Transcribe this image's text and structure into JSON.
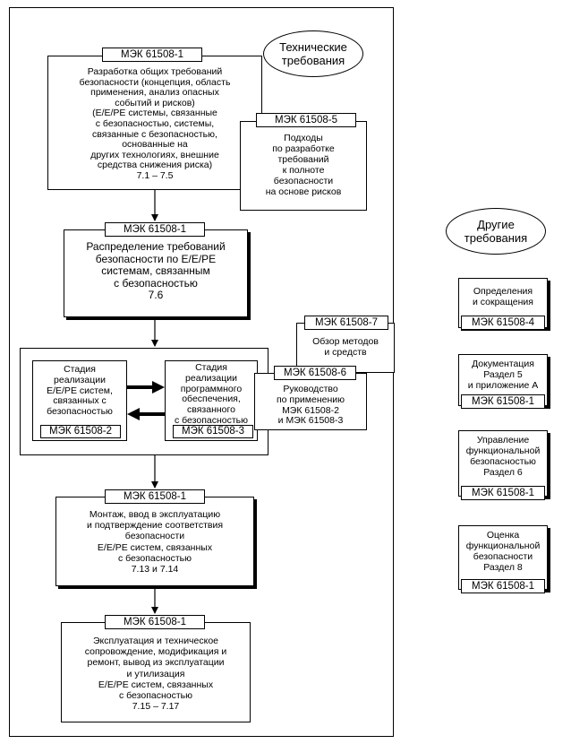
{
  "ellipse_tech": "Технические\nтребования",
  "ellipse_other": "Другие\nтребования",
  "box1": {
    "tag": "МЭК 61508-1",
    "text": "Разработка общих требований\nбезопасности (концепция, область\nприменения, анализ опасных\nсобытий и рисков)\n(Е/Е/PE системы, связанные\nс безопасностью, системы,\nсвязанные с безопасностью,\nоснованные на\nдругих технологиях, внешние\nсредства снижения риска)\n7.1 – 7.5"
  },
  "box5": {
    "tag": "МЭК 61508-5",
    "text": "Подходы\nпо разработке\nтребований\nк полноте\nбезопасности\nна основе рисков"
  },
  "box2": {
    "tag": "МЭК 61508-1",
    "text": "Распределение требований\nбезопасности по Е/Е/PE\nсистемам, связанным\nс безопасностью\n7.6"
  },
  "box7": {
    "tag": "МЭК 61508-7",
    "text": "Обзор методов\nи средств"
  },
  "box6": {
    "tag": "МЭК 61508-6",
    "text": "Руководство\nпо применению\nМЭК 61508-2\nи МЭК 61508-3"
  },
  "stage_hw": {
    "text": "Стадия\nреализации\nЕ/Е/PE систем,\nсвязанных с\nбезопасностью",
    "tag": "МЭК 61508-2"
  },
  "stage_sw": {
    "text": "Стадия\nреализации\nпрограммного\nобеспечения,\nсвязанного\nс безопасностью",
    "tag": "МЭК 61508-3"
  },
  "box3": {
    "tag": "МЭК 61508-1",
    "text": "Монтаж, ввод в эксплуатацию\nи подтверждение соответствия\nбезопасности\nЕ/Е/PE систем, связанных\nс безопасностью\n7.13 и 7.14"
  },
  "box4": {
    "tag": "МЭК 61508-1",
    "text": "Эксплуатация и техническое\nсопровождение, модификация и\nремонт, вывод из эксплуатации\nи утилизация\nЕ/Е/PE систем, связанных\nс безопасностью\n7.15 – 7.17"
  },
  "side": [
    {
      "text": "Определения\nи сокращения",
      "tag": "МЭК 61508-4"
    },
    {
      "text": "Документация\nРаздел 5\nи приложение А",
      "tag": "МЭК 61508-1"
    },
    {
      "text": "Управление\nфункциональной\nбезопасностью\nРаздел 6",
      "tag": "МЭК 61508-1"
    },
    {
      "text": "Оценка\nфункциональной\nбезопасности\nРаздел 8",
      "tag": "МЭК 61508-1"
    }
  ]
}
